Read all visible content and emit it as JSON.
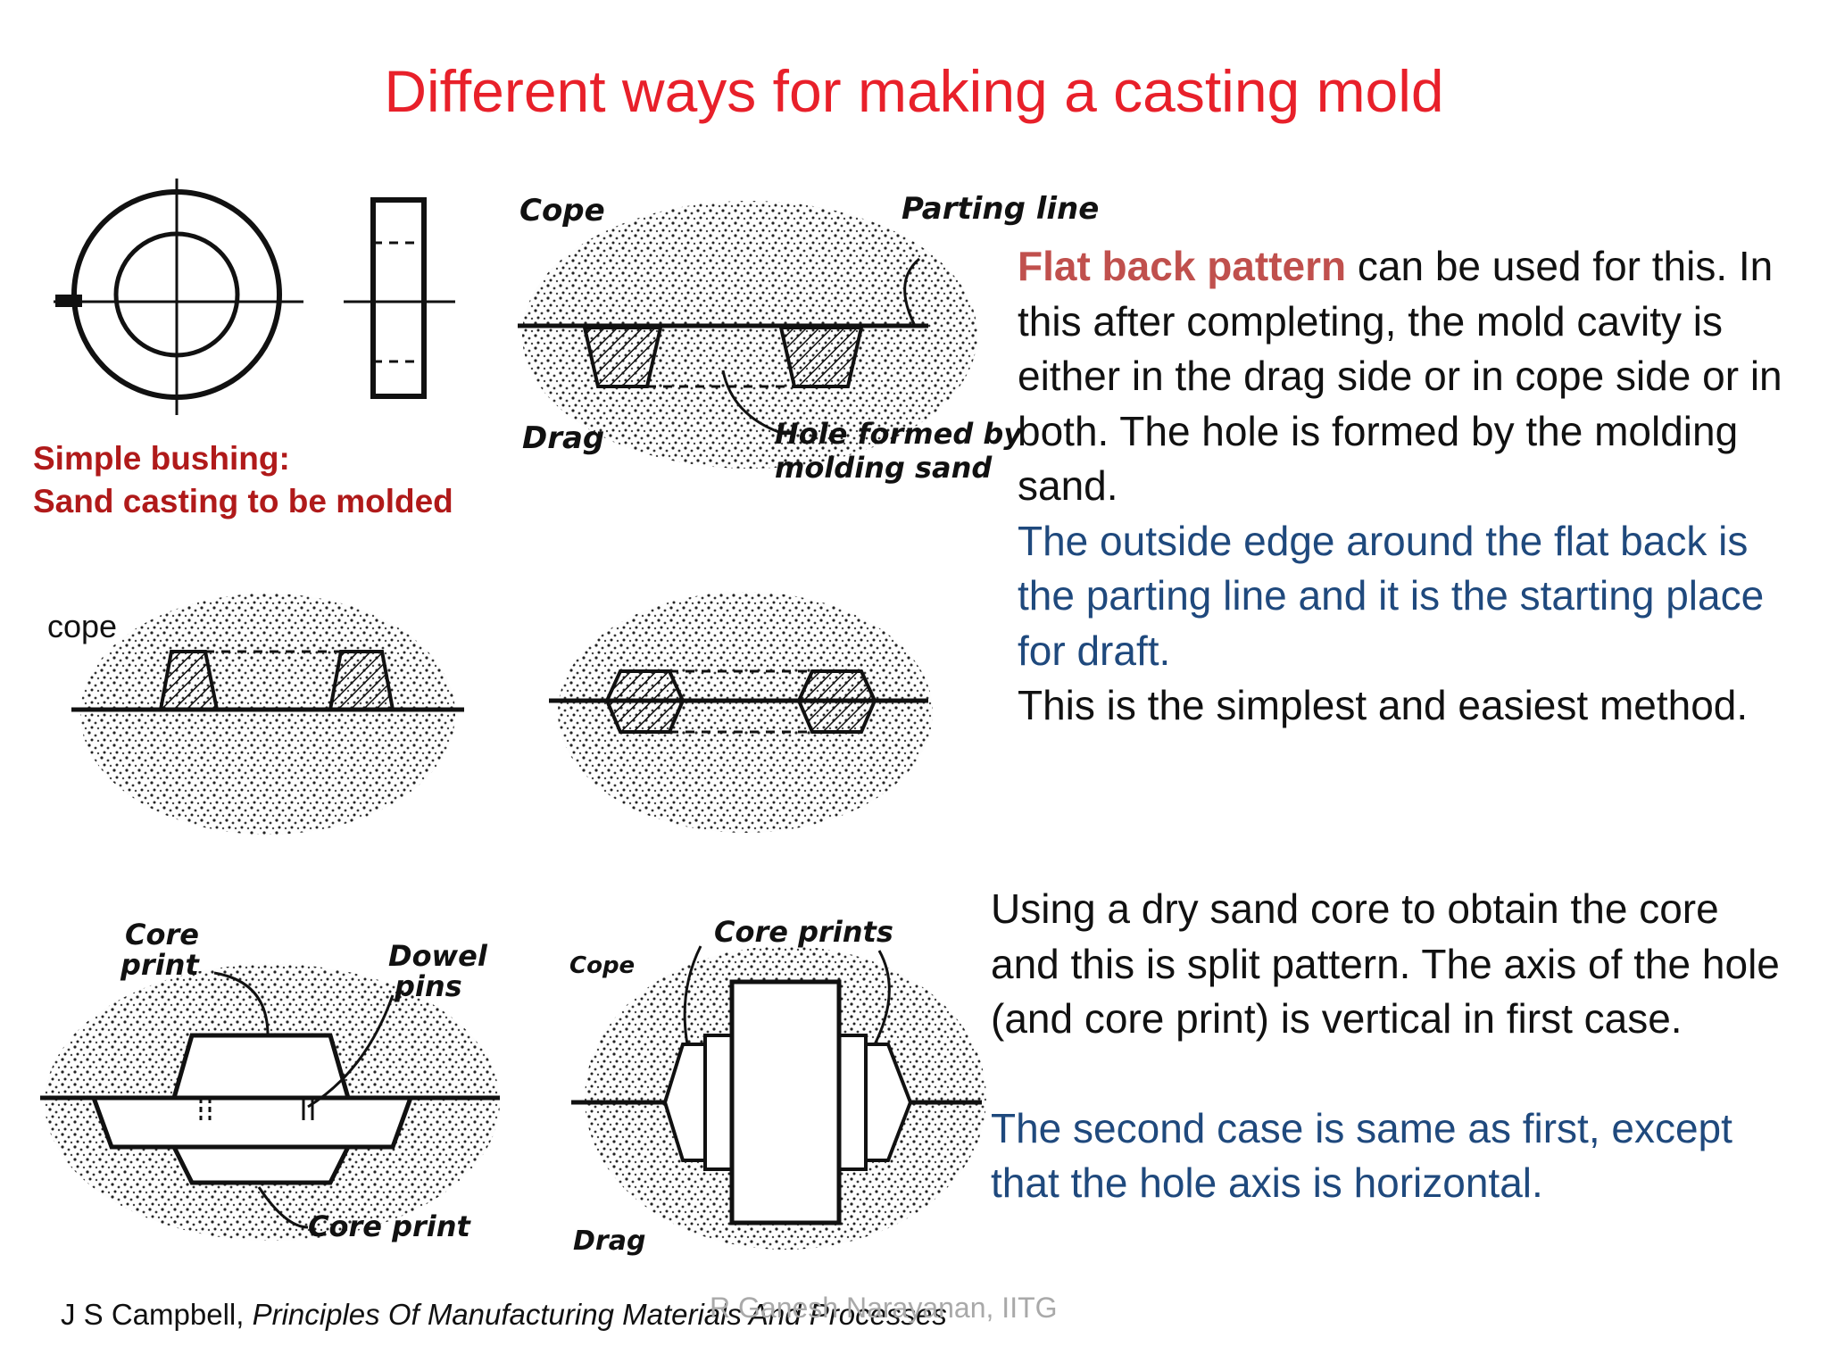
{
  "slide": {
    "title": "Different ways for making a casting mold"
  },
  "figure_labels": {
    "cope": "Cope",
    "parting_line": "Parting line",
    "drag": "Drag",
    "hole_formed_1": "Hole formed by",
    "hole_formed_2": "molding sand",
    "cope_small": "cope",
    "core_print_a1": "Core",
    "core_print_a2": "print",
    "dowel_1": "Dowel",
    "dowel_2": "pins",
    "core_print_bottom": "Core print",
    "core_prints": "Core prints",
    "cope_b": "Cope",
    "drag_b": "Drag"
  },
  "caption": {
    "line1": "Simple bushing:",
    "line2": "Sand casting to be molded"
  },
  "flat_back": {
    "highlight": "Flat back pattern",
    "rest": " can be used for this. In this after completing, the mold cavity is either in the drag side or in cope side or in both. The hole is formed by the molding sand.",
    "blue": "The outside edge around the flat back is the parting line and it is the starting place for draft.",
    "end": "This is the simplest and easiest method."
  },
  "split_pattern": {
    "text": "Using a dry sand core to obtain the core and this is split pattern. The axis of the hole (and core print) is vertical in first case.",
    "blue": "The second case is same as first, except that the hole axis is horizontal."
  },
  "footer": {
    "author": "J S Campbell, ",
    "book": "Principles Of Manufacturing Materials And Processes",
    "watermark": "R Ganesh Narayanan, IITG"
  },
  "colors": {
    "title": "#e8202a",
    "highlight": "#c0504d",
    "blue_text": "#1f497d",
    "caption": "#b01a1a"
  }
}
